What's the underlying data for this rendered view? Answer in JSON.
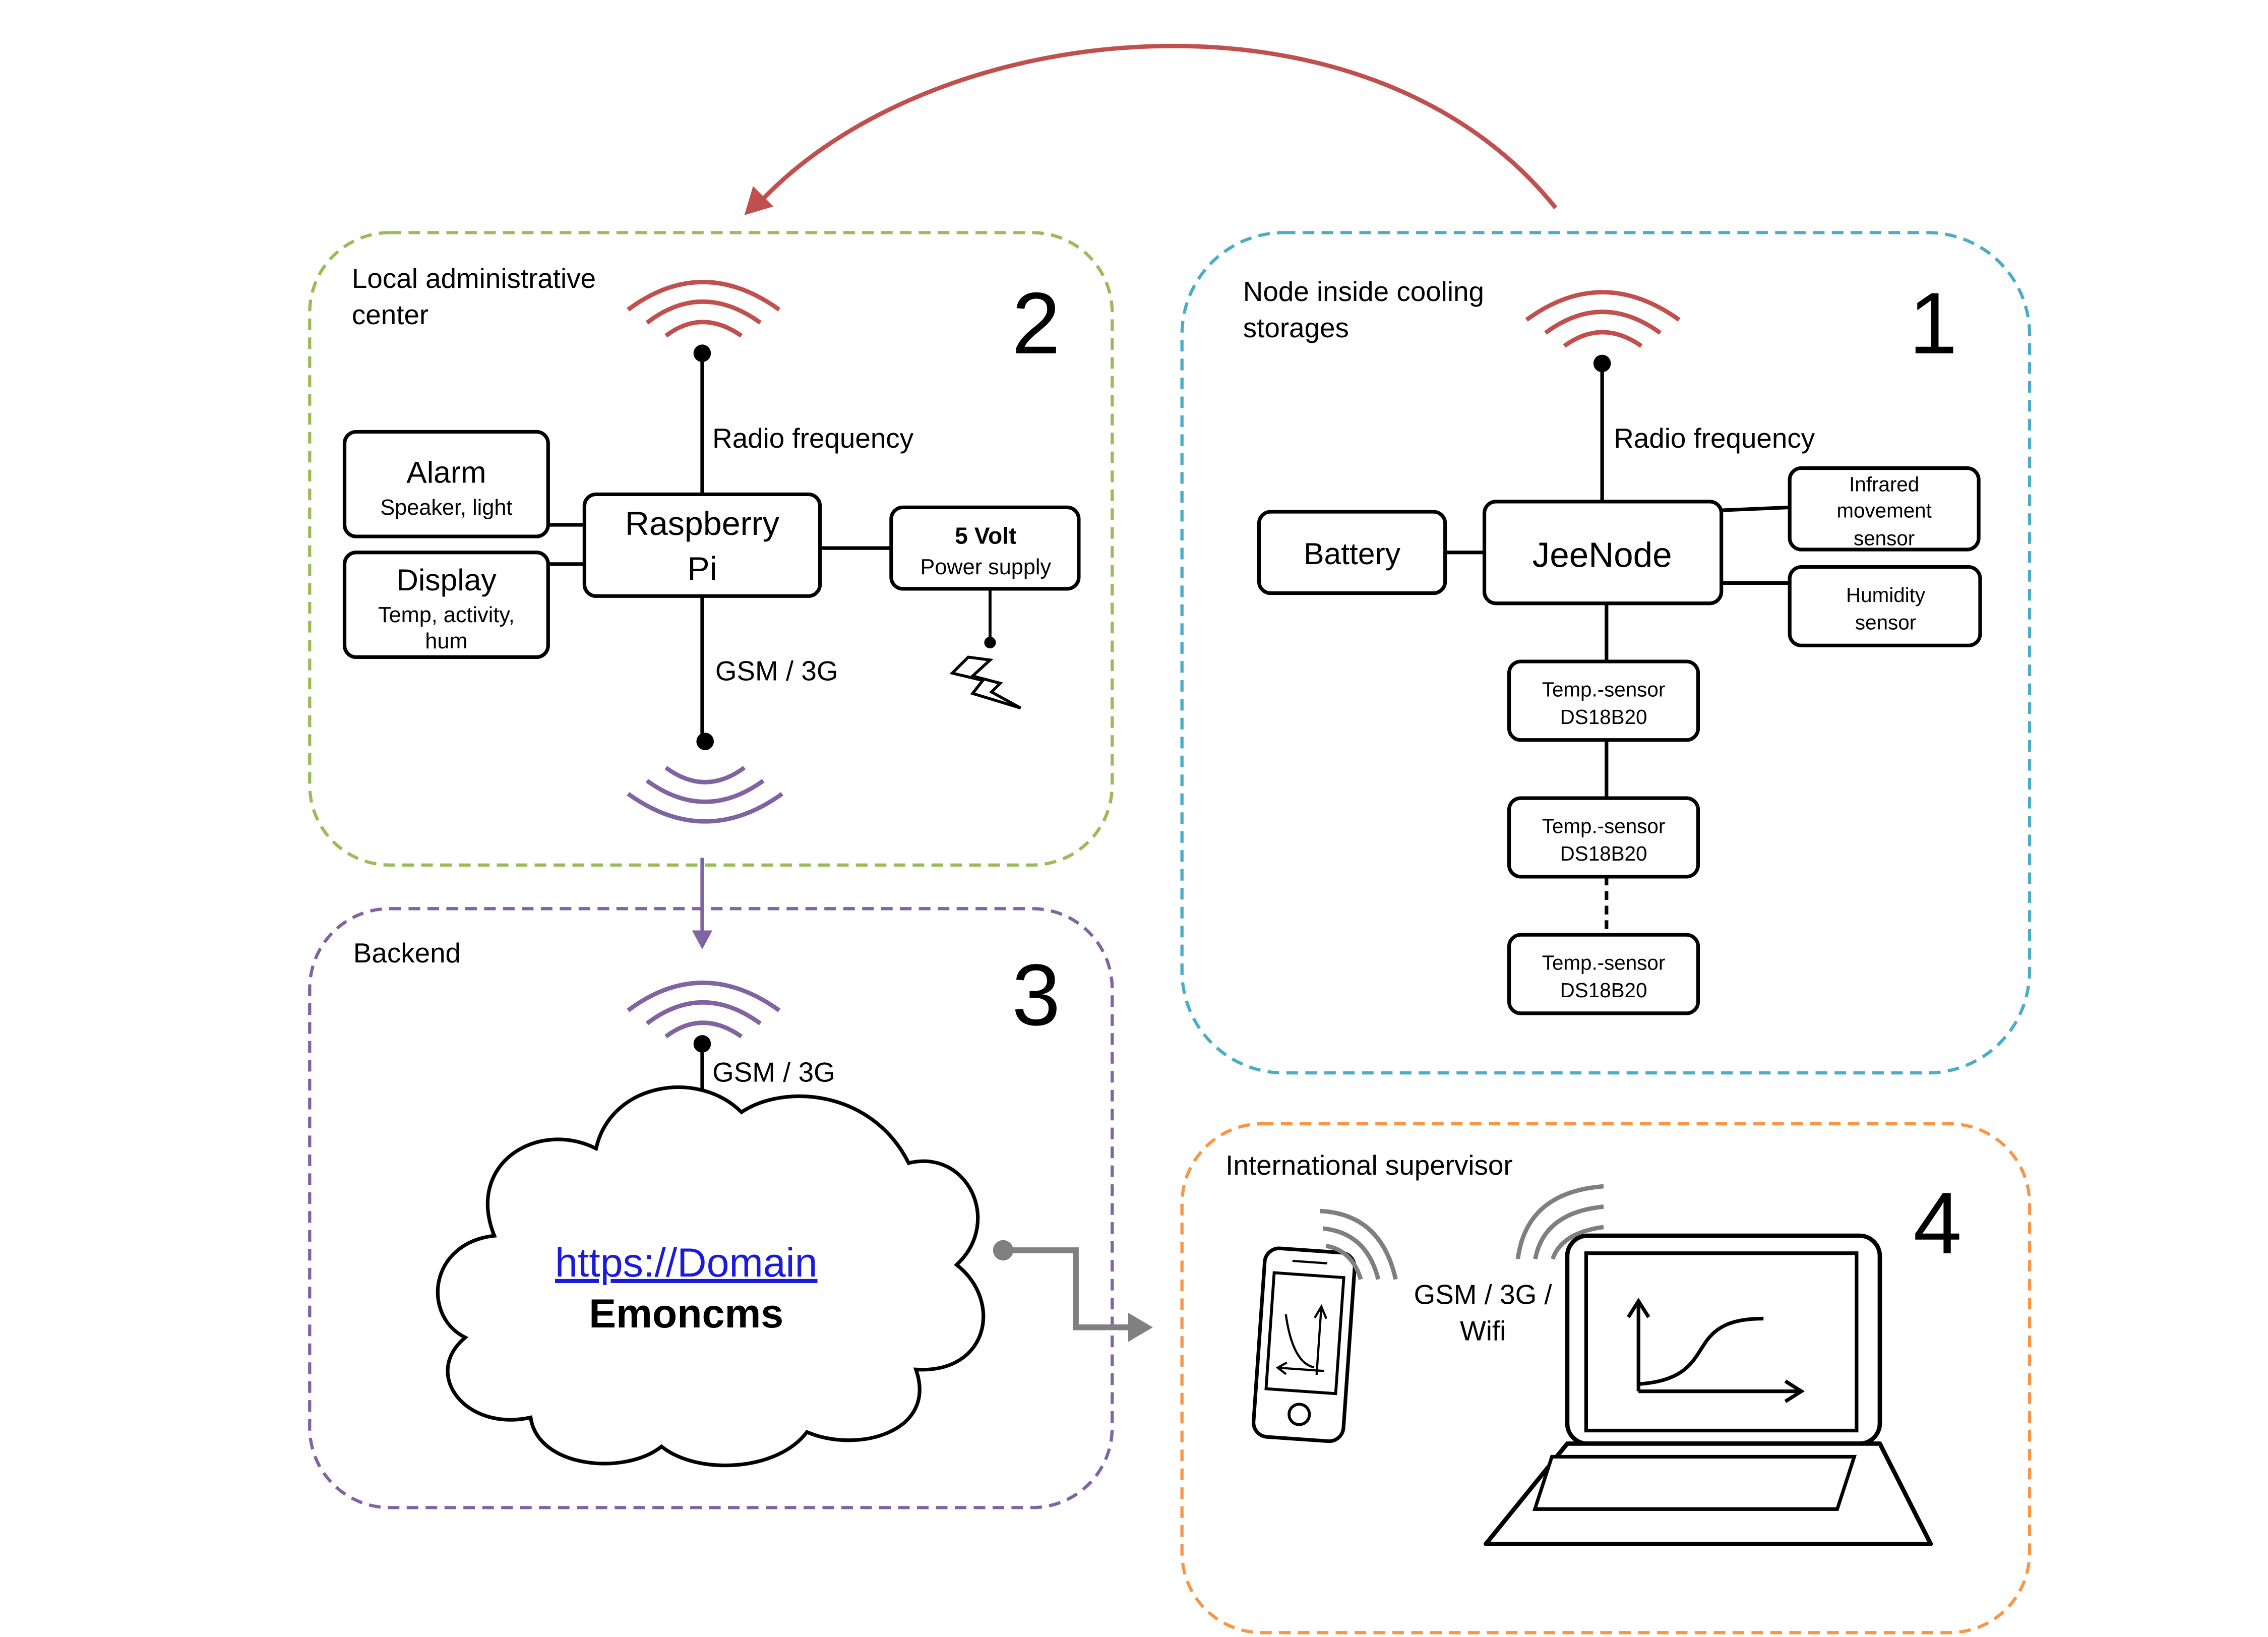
{
  "colors": {
    "green": "#9bbb59",
    "blue": "#4bacc6",
    "purple": "#8064a2",
    "orange": "#f79646",
    "red_arrow": "#c0504d",
    "gray_arrow": "#808080",
    "link": "#1a1adb"
  },
  "section1": {
    "number": "1",
    "title_line1": "Node inside cooling",
    "title_line2": "storages",
    "radio_label": "Radio frequency",
    "battery": "Battery",
    "jeenode": "JeeNode",
    "infrared_line1": "Infrared",
    "infrared_line2": "movement",
    "infrared_line3": "sensor",
    "humidity_line1": "Humidity",
    "humidity_line2": "sensor",
    "temp_sensors": [
      {
        "line1": "Temp.-sensor",
        "line2": "DS18B20"
      },
      {
        "line1": "Temp.-sensor",
        "line2": "DS18B20"
      },
      {
        "line1": "Temp.-sensor",
        "line2": "DS18B20"
      }
    ]
  },
  "section2": {
    "number": "2",
    "title_line1": "Local administrative",
    "title_line2": "center",
    "radio_label": "Radio frequency",
    "gsm_label": "GSM / 3G",
    "rpi_line1": "Raspberry",
    "rpi_line2": "Pi",
    "alarm_title": "Alarm",
    "alarm_sub": "Speaker, light",
    "display_title": "Display",
    "display_sub1": "Temp, activity,",
    "display_sub2": "hum",
    "power_title": "5 Volt",
    "power_sub": "Power supply"
  },
  "section3": {
    "number": "3",
    "title": "Backend",
    "gsm_label": "GSM / 3G",
    "cloud_link": "https://Domain",
    "cloud_name": "Emoncms"
  },
  "section4": {
    "number": "4",
    "title": "International supervisor",
    "conn_line1": "GSM / 3G /",
    "conn_line2": "Wifi"
  },
  "icons": [
    "radio-waves-icon",
    "antenna-icon",
    "lightning-bolt-icon",
    "cloud-icon",
    "smartphone-icon",
    "laptop-icon",
    "growth-chart-icon"
  ]
}
